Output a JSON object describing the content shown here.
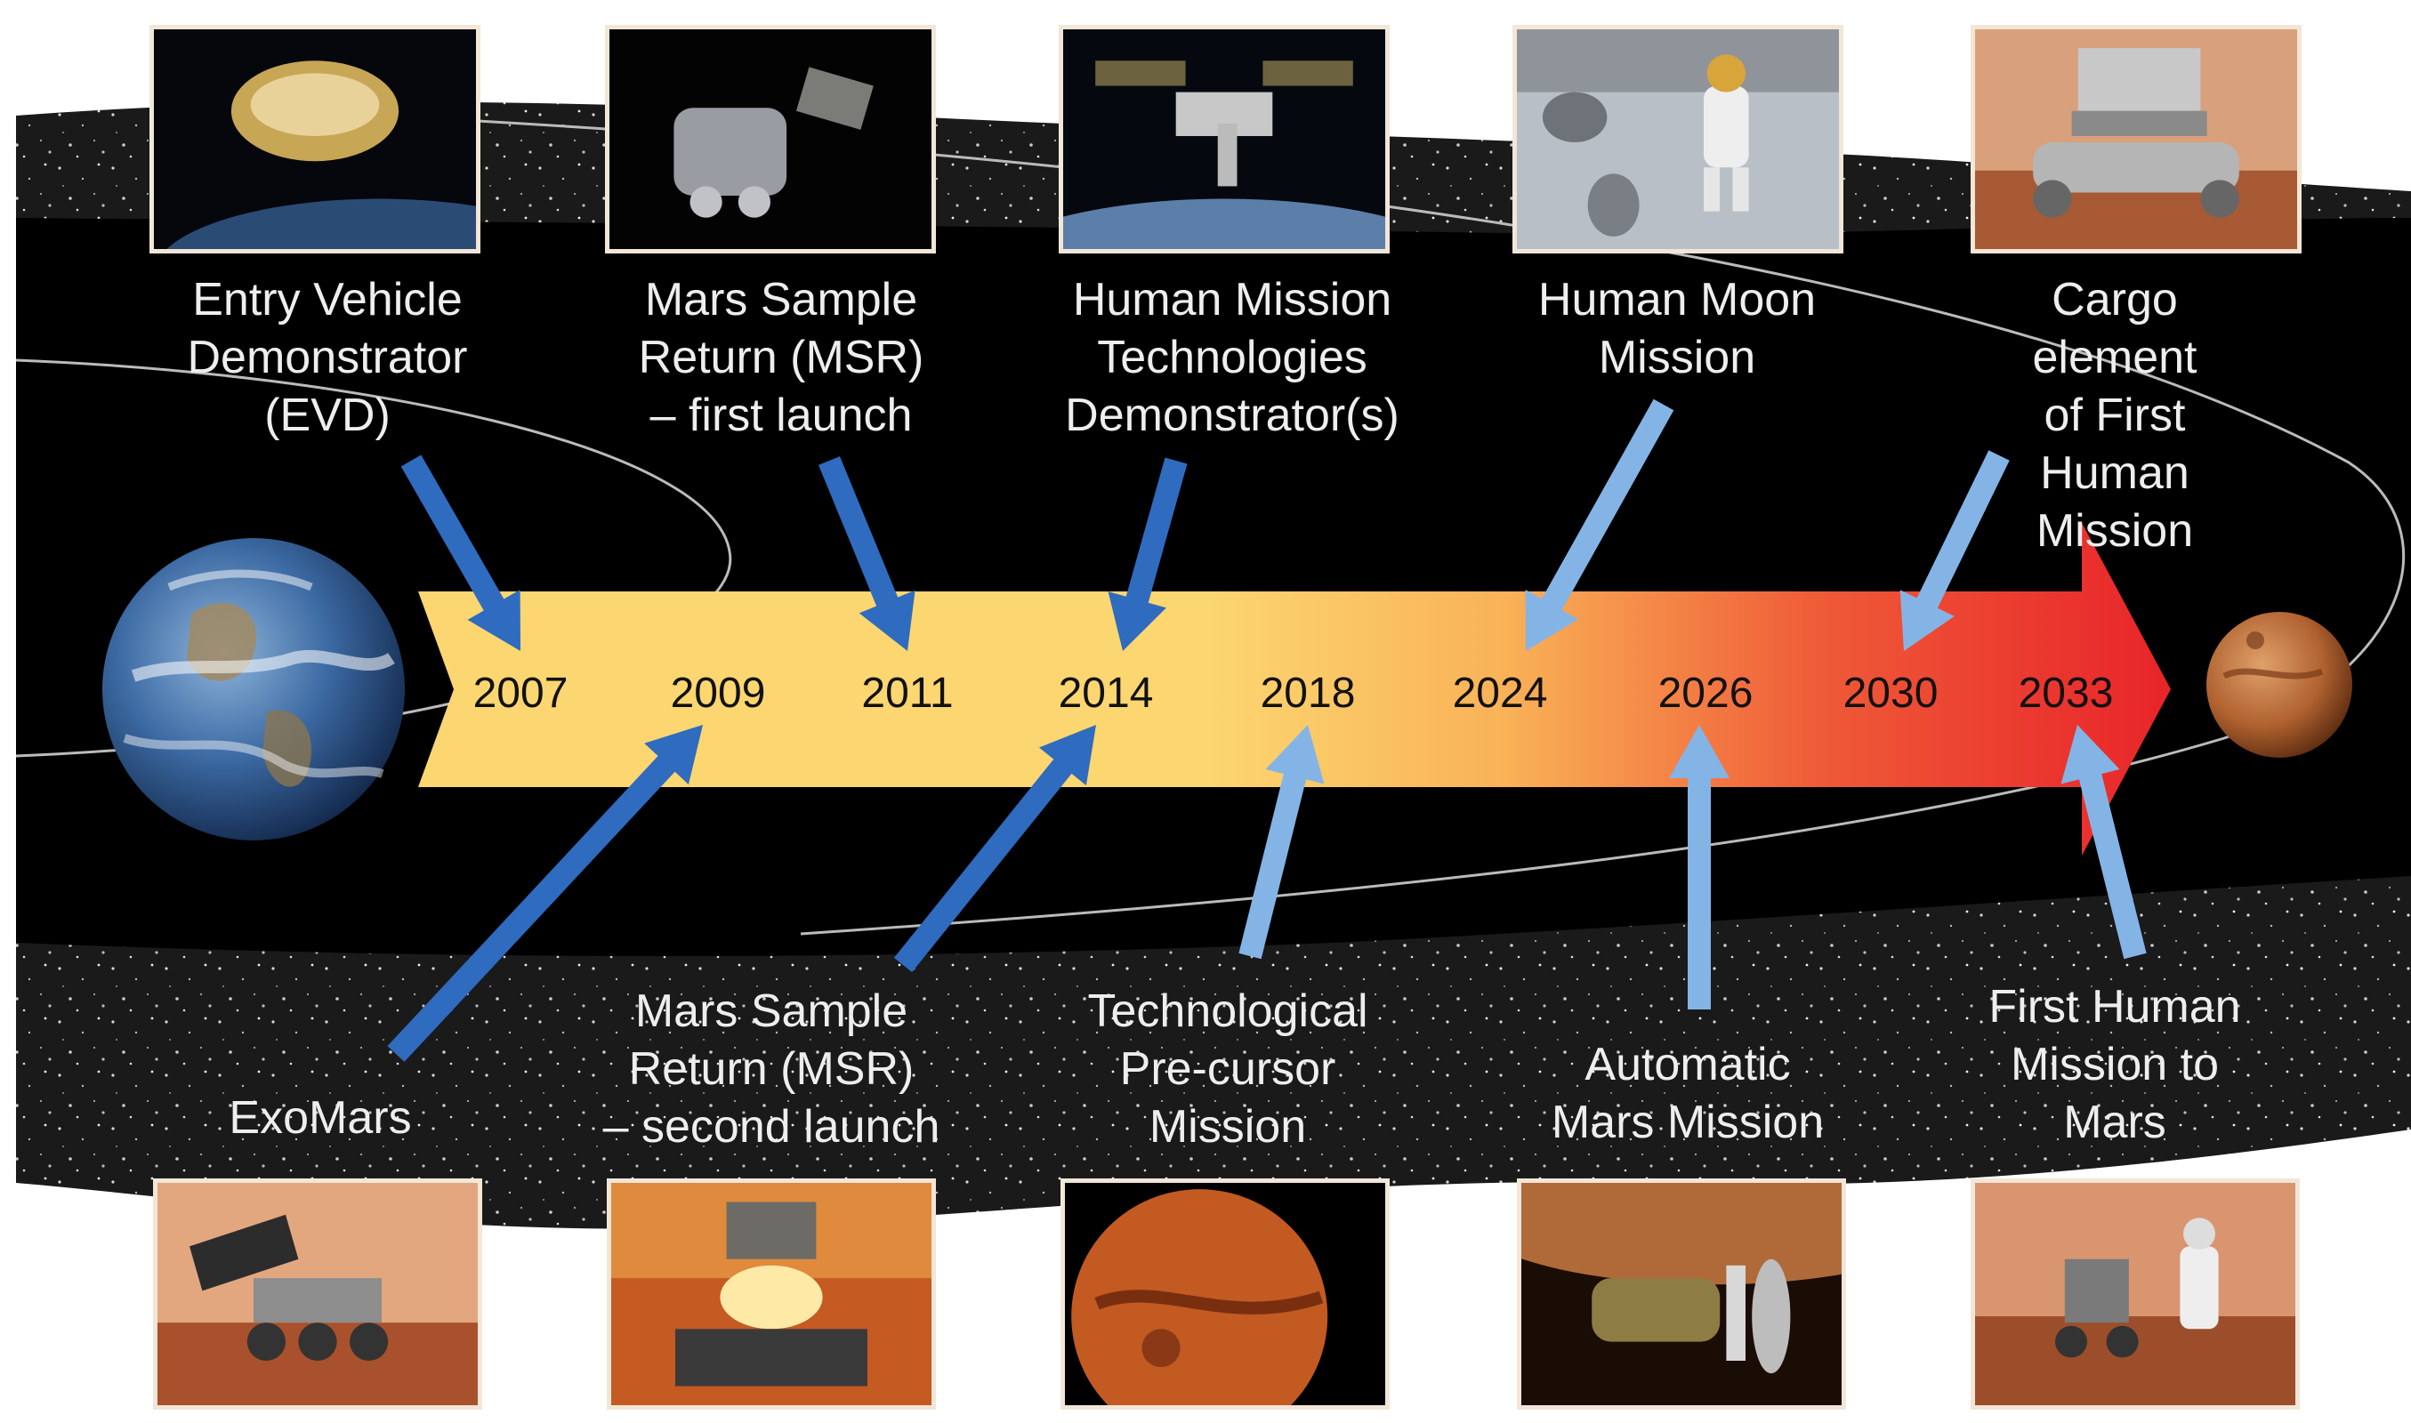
{
  "years": [
    "2007",
    "2009",
    "2011",
    "2014",
    "2018",
    "2024",
    "2026",
    "2030",
    "2033"
  ],
  "top_missions": [
    {
      "label": "Entry Vehicle\nDemonstrator\n(EVD)",
      "year": "2007",
      "image": "entry-vehicle-capsule-photo"
    },
    {
      "label": "Mars Sample\nReturn (MSR)\n– first launch",
      "year": "2011",
      "image": "msr-spacecraft-photo"
    },
    {
      "label": "Human Mission\nTechnologies\nDemonstrator(s)",
      "year": "2014",
      "image": "space-station-photo"
    },
    {
      "label": "Human Moon\nMission",
      "year": "2024",
      "image": "astronaut-on-moon-photo"
    },
    {
      "label": "Cargo element\nof First Human\nMission",
      "year": "2030",
      "image": "mars-cargo-habitat-photo"
    }
  ],
  "bottom_missions": [
    {
      "label": "ExoMars",
      "year": "2009",
      "image": "exomars-rover-photo"
    },
    {
      "label": "Mars Sample\nReturn (MSR)\n– second launch",
      "year": "2014",
      "image": "msr-lander-photo"
    },
    {
      "label": "Technological\nPre-cursor\nMission",
      "year": "2018",
      "image": "mars-globe-photo"
    },
    {
      "label": "Automatic\nMars Mission",
      "year": "2026",
      "image": "orbiter-over-mars-photo"
    },
    {
      "label": "First Human\nMission to\nMars",
      "year": "2033",
      "image": "astronaut-and-rover-on-mars-photo"
    }
  ],
  "colors": {
    "arrow_start": "#fcd670",
    "arrow_mid": "#f7a04a",
    "arrow_end": "#e8242a",
    "arrow_dark_blue": "#2f6bbf",
    "arrow_light_blue": "#84b4e6",
    "space": "#000000",
    "label_text": "#eeeeee"
  }
}
